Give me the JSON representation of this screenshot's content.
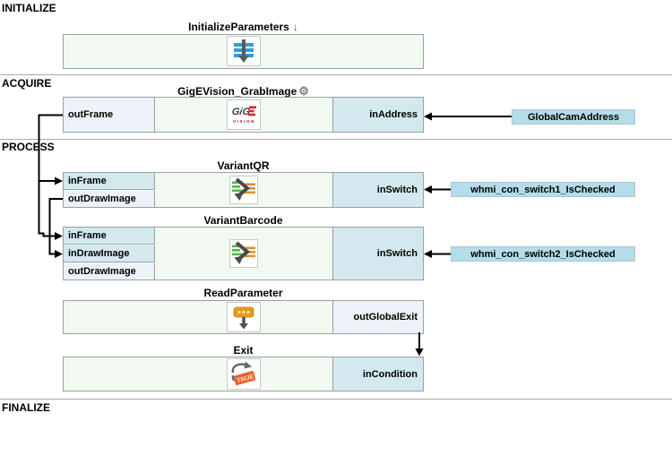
{
  "sections": {
    "initialize": "INITIALIZE",
    "acquire": "ACQUIRE",
    "process": "PROCESS",
    "finalize": "FINALIZE"
  },
  "icons": {
    "gear": "⚙",
    "macro_step_arrow": "↓"
  },
  "blocks": {
    "initializeParameters": {
      "title": "InitializeParameters"
    },
    "gige": {
      "title": "GigEVision_GrabImage",
      "ports": {
        "outFrame": "outFrame",
        "inAddress": "inAddress"
      },
      "logo": {
        "gig": "GiG",
        "vision": "VISION"
      }
    },
    "variantQR": {
      "title": "VariantQR",
      "ports": {
        "inFrame": "inFrame",
        "outDrawImage": "outDrawImage",
        "inSwitch": "inSwitch"
      }
    },
    "variantBarcode": {
      "title": "VariantBarcode",
      "ports": {
        "inFrame": "inFrame",
        "inDrawImage": "inDrawImage",
        "outDrawImage": "outDrawImage",
        "inSwitch": "inSwitch"
      }
    },
    "readParameter": {
      "title": "ReadParameter",
      "ports": {
        "outGlobalExit": "outGlobalExit"
      }
    },
    "exit": {
      "title": "Exit",
      "ports": {
        "inCondition": "inCondition"
      },
      "icon_text": "TRUE"
    }
  },
  "globals": {
    "camAddress": "GlobalCamAddress",
    "switch1": "whmi_con_switch1_IsChecked",
    "switch2": "whmi_con_switch2_IsChecked"
  },
  "colors": {
    "input_port": "#d3e8ef",
    "output_port": "#edf2f8",
    "block_body": "#f1f9f1",
    "block_border": "#97a1a1",
    "global_box": "#b4dce9",
    "divider": "#a9a9a9",
    "connector": "#000000",
    "icon_blue": "#2e9fd4",
    "icon_green": "#51b848",
    "icon_orange": "#de9126",
    "icon_red": "#e01b24",
    "exit_orange": "#e8632c"
  }
}
